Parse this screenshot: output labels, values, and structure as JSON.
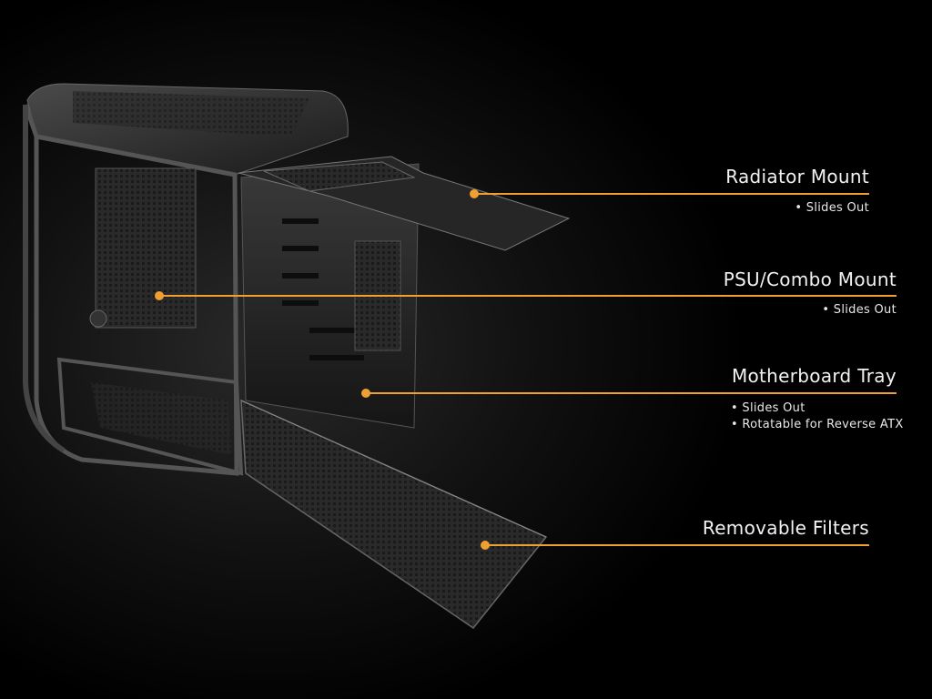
{
  "accent_color": "#f0a030",
  "callouts": [
    {
      "title": "Radiator Mount",
      "bullets": [
        "• Slides Out"
      ]
    },
    {
      "title": "PSU/Combo Mount",
      "bullets": [
        "• Slides Out"
      ]
    },
    {
      "title": "Motherboard Tray",
      "bullets": [
        "• Slides Out",
        "• Rotatable for Reverse ATX"
      ]
    },
    {
      "title": "Removable Filters",
      "bullets": []
    }
  ]
}
